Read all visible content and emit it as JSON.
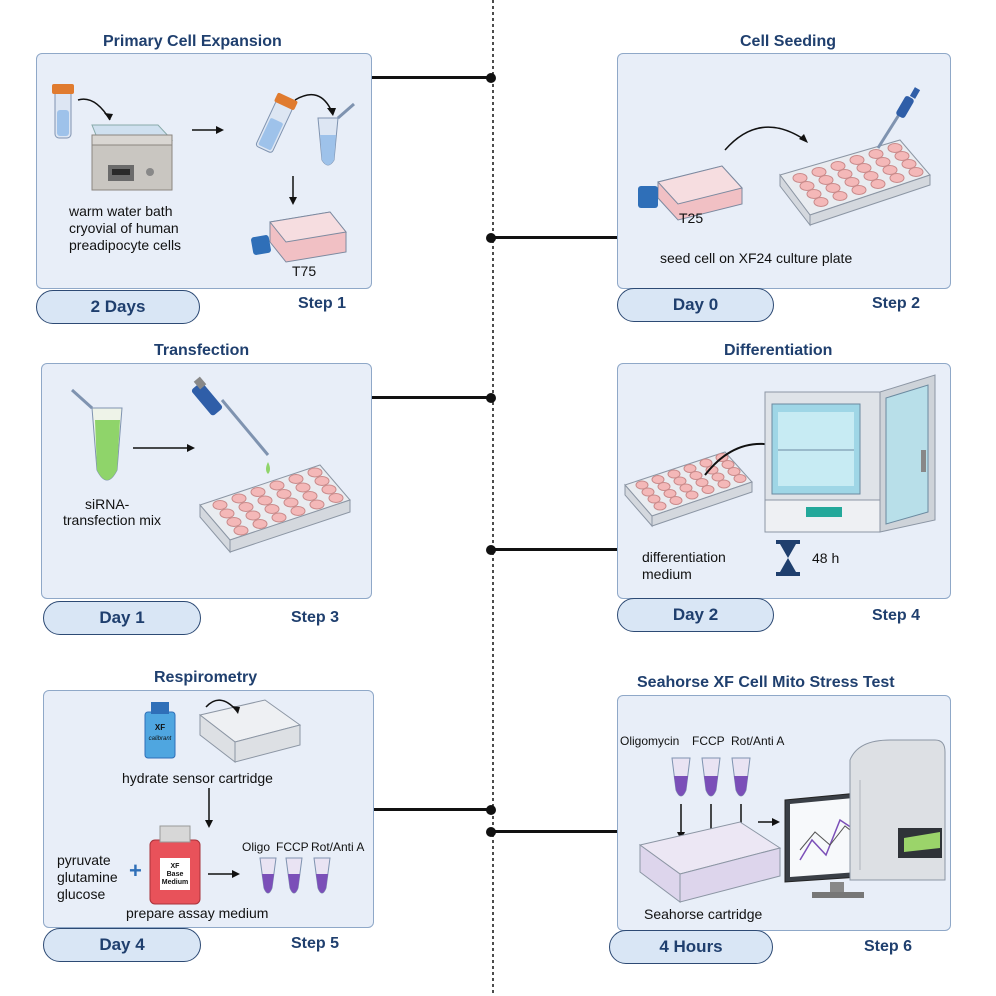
{
  "steps": [
    {
      "title": "Primary Cell Expansion",
      "duration": "2 Days",
      "step": "Step 1",
      "labels": {
        "bath_line1": "warm water bath",
        "bath_line2": "cryovial of human",
        "bath_line3": "preadipocyte cells",
        "flask": "T75"
      }
    },
    {
      "title": "Cell Seeding",
      "duration": "Day 0",
      "step": "Step 2",
      "labels": {
        "flask": "T25",
        "seed": "seed cell on XF24 culture plate"
      }
    },
    {
      "title": "Transfection",
      "duration": "Day 1",
      "step": "Step 3",
      "labels": {
        "mix_line1": "siRNA-",
        "mix_line2": "transfection mix"
      }
    },
    {
      "title": "Differentiation",
      "duration": "Day 2",
      "step": "Step 4",
      "labels": {
        "medium_line1": "differentiation",
        "medium_line2": "medium",
        "time": "48 h"
      }
    },
    {
      "title": "Respirometry",
      "duration": "Day 4",
      "step": "Step 5",
      "labels": {
        "calibrant": "XF calibrant",
        "hydrate": "hydrate sensor cartridge",
        "sub1": "pyruvate",
        "sub2": "glutamine",
        "sub3": "glucose",
        "plus": "+",
        "bottle_l1": "XF",
        "bottle_l2": "Base",
        "bottle_l3": "Medium",
        "prepare": "prepare assay medium",
        "oligo": "Oligo",
        "fccp": "FCCP",
        "rot": "Rot/Anti A"
      }
    },
    {
      "title": "Seahorse XF Cell Mito Stress Test",
      "duration": "4 Hours",
      "step": "Step 6",
      "labels": {
        "oligomycin": "Oligomycin",
        "fccp": "FCCP",
        "rot": "Rot/Anti A",
        "cartridge": "Seahorse cartridge"
      }
    }
  ],
  "colors": {
    "panel_bg": "#e8eef8",
    "panel_border": "#8fa8c8",
    "title": "#1f3f6e",
    "pill_bg": "#d9e6f5",
    "well_pink": "#f4b8b8",
    "media_red": "#e8525a",
    "siRNA_green": "#8fd46a",
    "reagent_purple": "#7b4fb8"
  }
}
